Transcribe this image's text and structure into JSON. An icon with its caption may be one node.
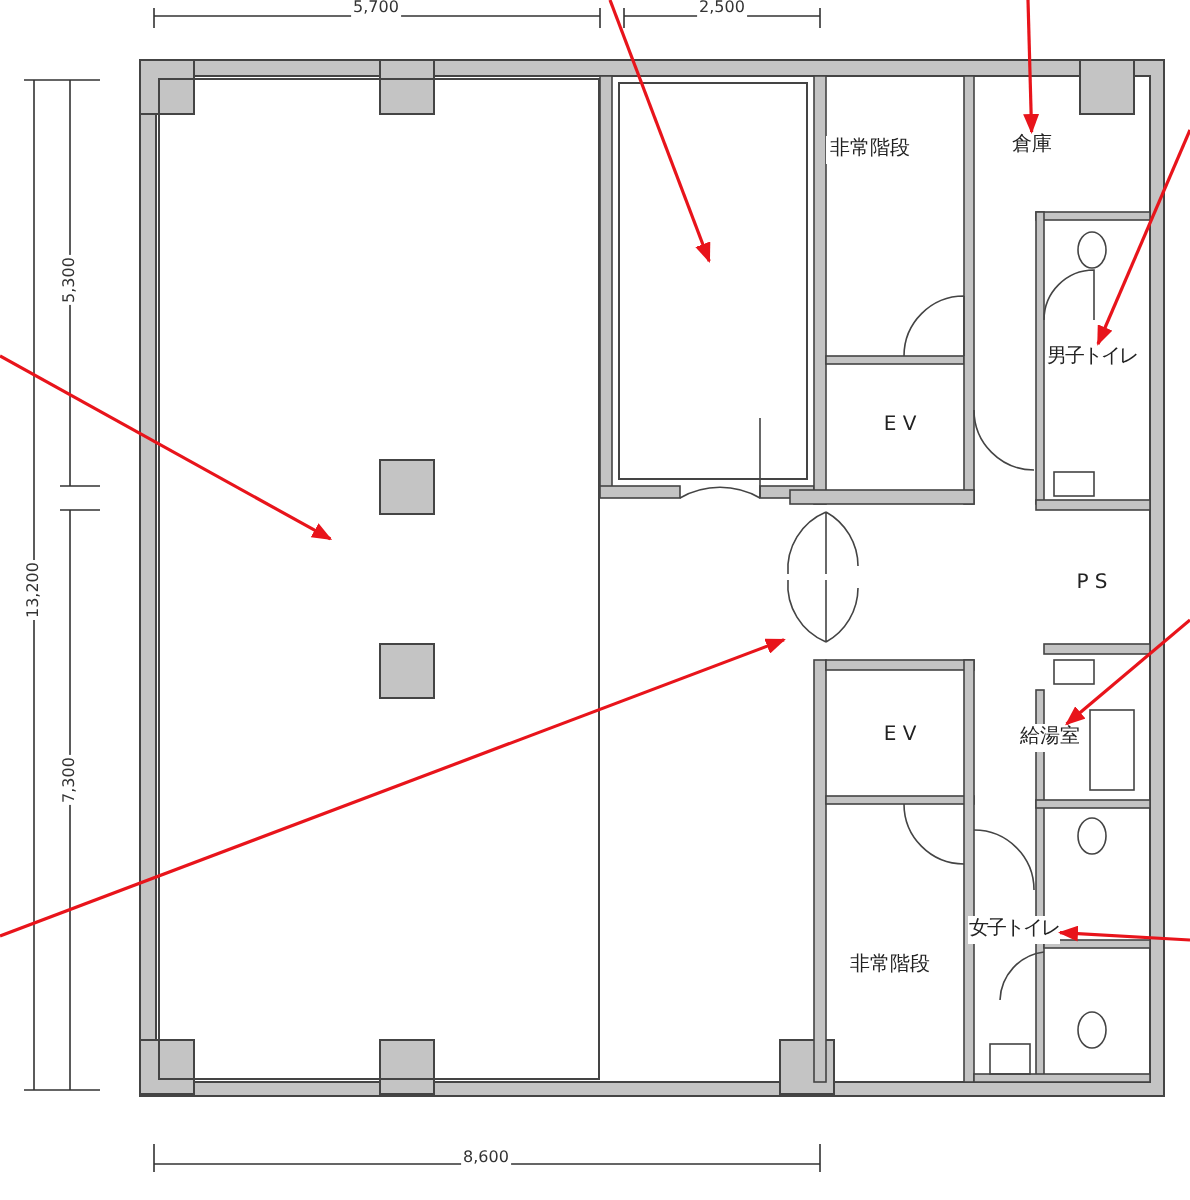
{
  "diagram": {
    "nodes": [
      {
        "text": [],
        "shape": "box"
      },
      {
        "text": [],
        "shape": "box"
      },
      {
        "text": [
          "非常階段"
        ]
      },
      {
        "text": [
          "倉庫"
        ]
      },
      {
        "text": [
          "男子トイレ"
        ]
      },
      {
        "text": [
          "E V"
        ]
      },
      {
        "text": [],
        "shape": "door"
      },
      {
        "text": [
          "P S"
        ]
      },
      {
        "text": [
          "給湯室"
        ]
      },
      {
        "text": [
          "E V"
        ]
      },
      {
        "text": [
          "女子トイレ"
        ]
      },
      {
        "text": [
          "非常階段"
        ]
      }
    ],
    "edges": [
      {
        "from": null,
        "to": 0,
        "arrow": "to"
      },
      {
        "from": null,
        "to": 1,
        "arrow": "to"
      },
      {
        "from": null,
        "to": 3,
        "arrow": "to"
      },
      {
        "from": null,
        "to": 4,
        "arrow": "to"
      },
      {
        "from": null,
        "to": 6,
        "arrow": "to"
      },
      {
        "from": null,
        "to": 8,
        "arrow": "to"
      },
      {
        "from": null,
        "to": 10,
        "arrow": "to"
      }
    ],
    "labels": [
      "5,700",
      "2,500",
      "5,300",
      "13,200",
      "7,300",
      "8,600"
    ]
  }
}
